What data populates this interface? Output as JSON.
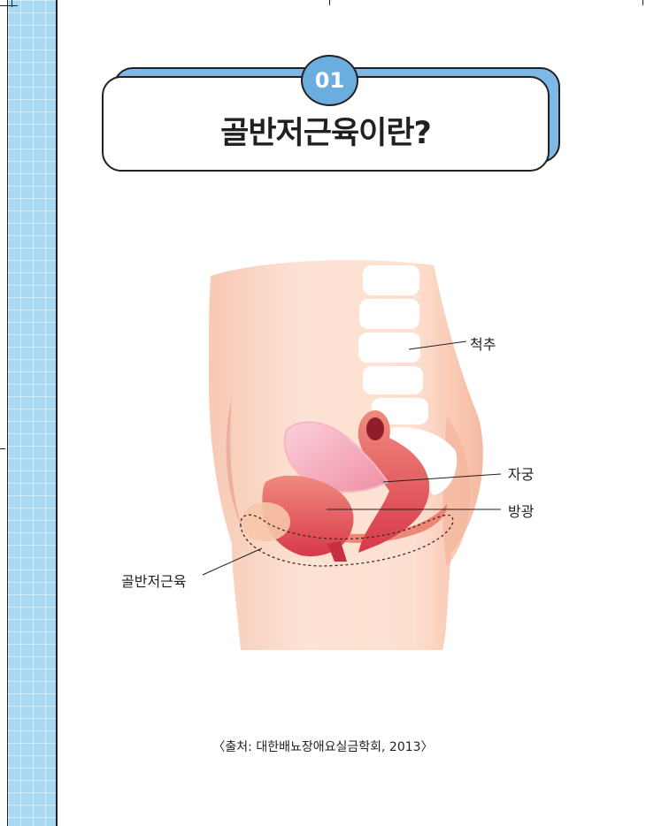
{
  "section": {
    "number": "01",
    "title": "골반저근육이란?"
  },
  "figure": {
    "labels": {
      "spine": "척추",
      "uterus": "자궁",
      "bladder": "방광",
      "pelvic_floor": "골반저근육"
    },
    "caption": "〈출처: 대한배뇨장애요실금학회, 2013〉"
  },
  "colors": {
    "strip": "#a9d8f3",
    "title_shadow": "#7fb8e6",
    "badge": "#6aaee0",
    "skin": "#fbd9c7",
    "muscle": "#e04a55",
    "uterus": "#f4a9bb"
  }
}
